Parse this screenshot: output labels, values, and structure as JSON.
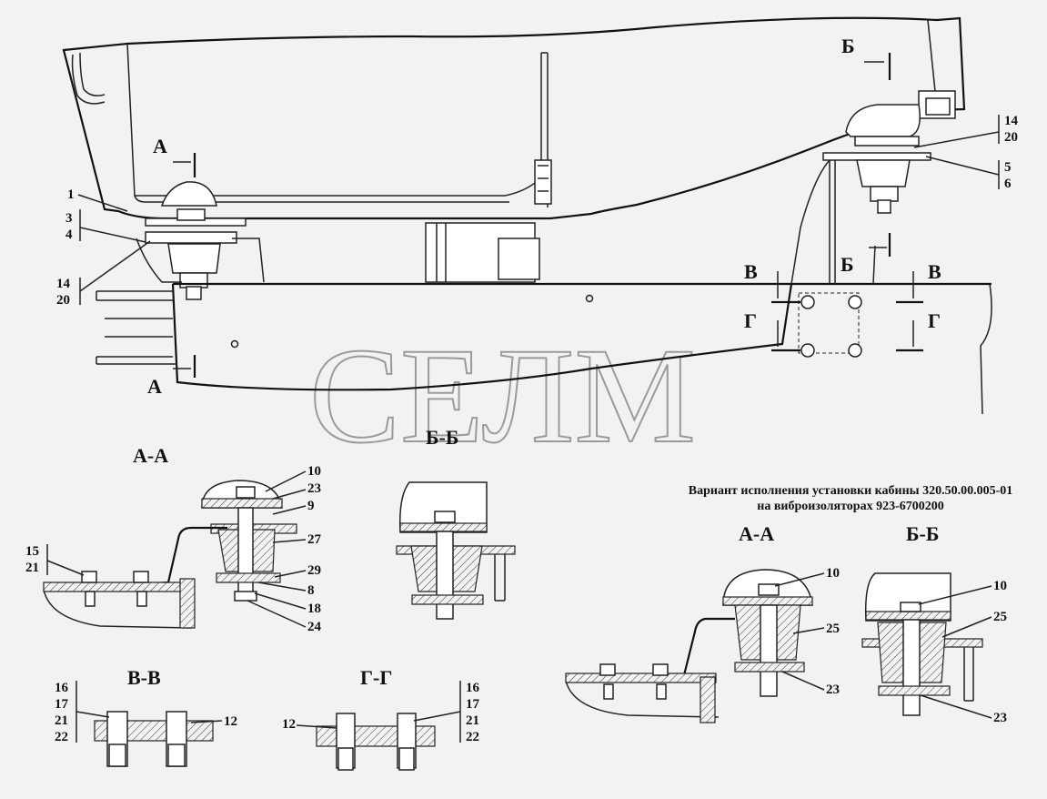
{
  "title": "",
  "watermark": "СЕЛМ",
  "main_view": {
    "section_marks": {
      "A_top": "А",
      "A_bottom": "А",
      "B_top": "Б",
      "B_bottom": "Б",
      "V_left": "В",
      "V_right": "В",
      "G_left": "Г",
      "G_right": "Г"
    },
    "callouts_left": [
      "1",
      "3",
      "4",
      "14",
      "20"
    ],
    "callouts_right": [
      "14",
      "20",
      "5",
      "6"
    ]
  },
  "sections": {
    "aa_title": "А-А",
    "bb_title": "Б-Б",
    "vv_title": "В-В",
    "gg_title": "Г-Г",
    "aa_callouts": [
      "10",
      "23",
      "9",
      "27",
      "29",
      "8",
      "18",
      "24"
    ],
    "aa_left_callouts": [
      "15",
      "21"
    ],
    "vv_callouts_left": [
      "16",
      "17",
      "21",
      "22"
    ],
    "vv_callout_right": "12",
    "gg_callout_left": "12",
    "gg_callouts_right": [
      "16",
      "17",
      "21",
      "22"
    ]
  },
  "variant": {
    "caption_line1": "Вариант исполнения установки кабины 320.50.00.005-01",
    "caption_line2": "на виброизоляторах 923-6700200",
    "aa_title": "А-А",
    "bb_title": "Б-Б",
    "aa_callouts": [
      "10",
      "25",
      "23"
    ],
    "bb_callouts": [
      "10",
      "25",
      "23"
    ]
  }
}
